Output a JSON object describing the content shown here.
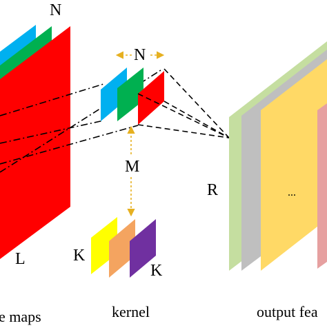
{
  "labels": {
    "input_n": "N",
    "input_l": "L",
    "kernel_n": "N",
    "kernel_m": "M",
    "kernel_k_left": "K",
    "kernel_k_right": "K",
    "output_r": "R",
    "output_dots": "...",
    "caption_input": "e maps",
    "caption_kernel": "kernel",
    "caption_output": "output fea"
  },
  "colors": {
    "red": "#ff0000",
    "green": "#00b050",
    "blue": "#00b0f0",
    "light_green": "#c5dea0",
    "gray": "#bfbfbf",
    "light_orange": "#ffd966",
    "pink": "#e6a0a0",
    "yellow": "#ffff00",
    "orange": "#f4a460",
    "purple": "#7030a0",
    "arrow_gold": "#e6b020"
  }
}
